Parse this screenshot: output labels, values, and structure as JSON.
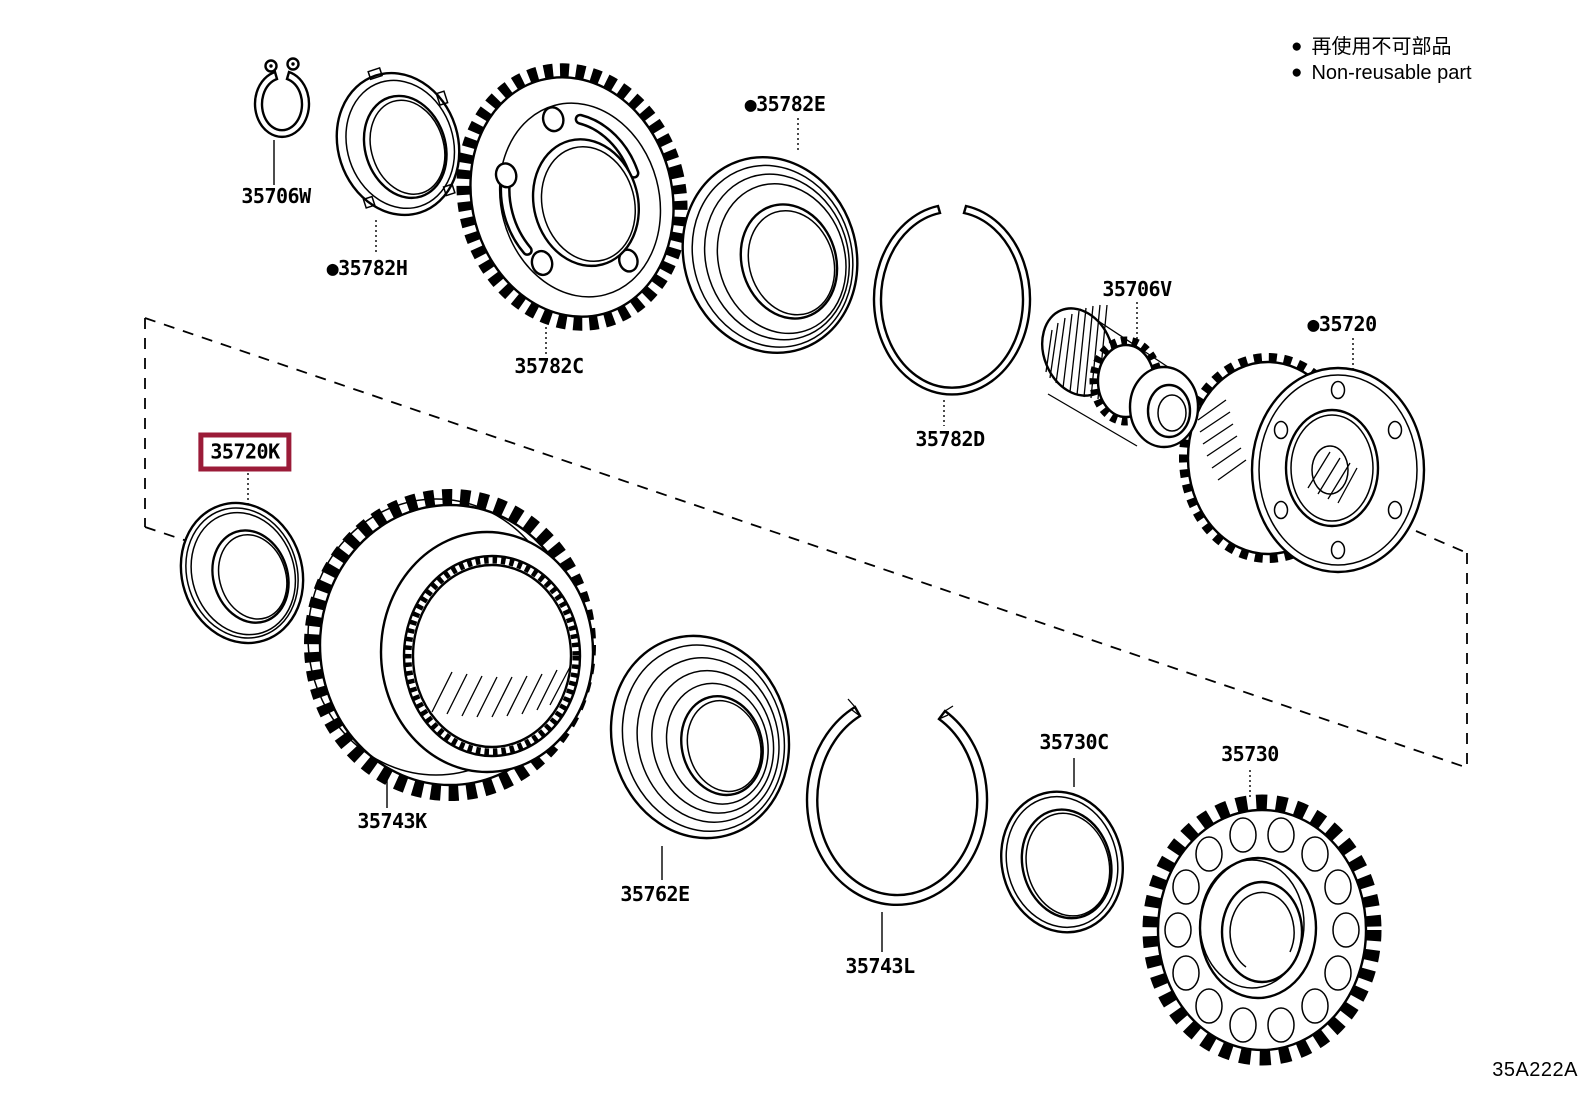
{
  "legend": {
    "items": [
      {
        "bullet": "●",
        "text": "再使用不可部品"
      },
      {
        "bullet": "●",
        "text": "Non-reusable part"
      }
    ]
  },
  "drawing_code": "35A222A",
  "colors": {
    "ink": "#000000",
    "background": "#ffffff",
    "highlight_box": "#9b1b38"
  },
  "parts": [
    {
      "part_number": "35706W",
      "label": "35706W",
      "non_reusable": false,
      "highlighted": false
    },
    {
      "part_number": "35782H",
      "label": "●35782H",
      "non_reusable": true,
      "highlighted": false
    },
    {
      "part_number": "35782C",
      "label": "35782C",
      "non_reusable": false,
      "highlighted": false
    },
    {
      "part_number": "35782E",
      "label": "●35782E",
      "non_reusable": true,
      "highlighted": false
    },
    {
      "part_number": "35782D",
      "label": "35782D",
      "non_reusable": false,
      "highlighted": false
    },
    {
      "part_number": "35706V",
      "label": "35706V",
      "non_reusable": false,
      "highlighted": false
    },
    {
      "part_number": "35720",
      "label": "●35720",
      "non_reusable": true,
      "highlighted": false
    },
    {
      "part_number": "35720K",
      "label": "35720K",
      "non_reusable": false,
      "highlighted": true
    },
    {
      "part_number": "35743K",
      "label": "35743K",
      "non_reusable": false,
      "highlighted": false
    },
    {
      "part_number": "35762E",
      "label": "35762E",
      "non_reusable": false,
      "highlighted": false
    },
    {
      "part_number": "35743L",
      "label": "35743L",
      "non_reusable": false,
      "highlighted": false
    },
    {
      "part_number": "35730C",
      "label": "35730C",
      "non_reusable": false,
      "highlighted": false
    },
    {
      "part_number": "35730",
      "label": "35730",
      "non_reusable": false,
      "highlighted": false
    }
  ]
}
